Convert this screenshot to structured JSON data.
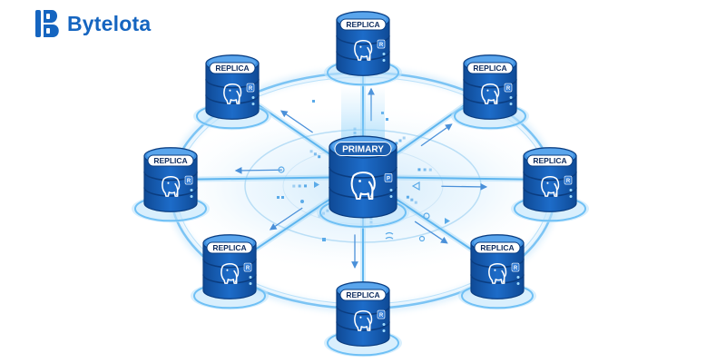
{
  "brand": {
    "name": "Bytelota",
    "logo_icon": "bytelota-logo-icon",
    "color": "#1565c0"
  },
  "diagram": {
    "primary": {
      "label": "PRIMARY",
      "badge": "P",
      "icon": "postgresql-elephant-icon"
    },
    "replicas": [
      {
        "label": "REPLICA",
        "badge": "R",
        "icon": "postgresql-elephant-icon"
      },
      {
        "label": "REPLICA",
        "badge": "R",
        "icon": "postgresql-elephant-icon"
      },
      {
        "label": "REPLICA",
        "badge": "R",
        "icon": "postgresql-elephant-icon"
      },
      {
        "label": "REPLICA",
        "badge": "R",
        "icon": "postgresql-elephant-icon"
      },
      {
        "label": "REPLICA",
        "badge": "R",
        "icon": "postgresql-elephant-icon"
      },
      {
        "label": "REPLICA",
        "badge": "R",
        "icon": "postgresql-elephant-icon"
      },
      {
        "label": "REPLICA",
        "badge": "R",
        "icon": "postgresql-elephant-icon"
      },
      {
        "label": "REPLICA",
        "badge": "R",
        "icon": "postgresql-elephant-icon"
      }
    ],
    "colors": {
      "db_body": "#1a5fb4",
      "db_top": "#4a9ae8",
      "ring": "#7cc4f4",
      "glow": "#4fb2f5",
      "arrow": "#4a90d9"
    }
  }
}
